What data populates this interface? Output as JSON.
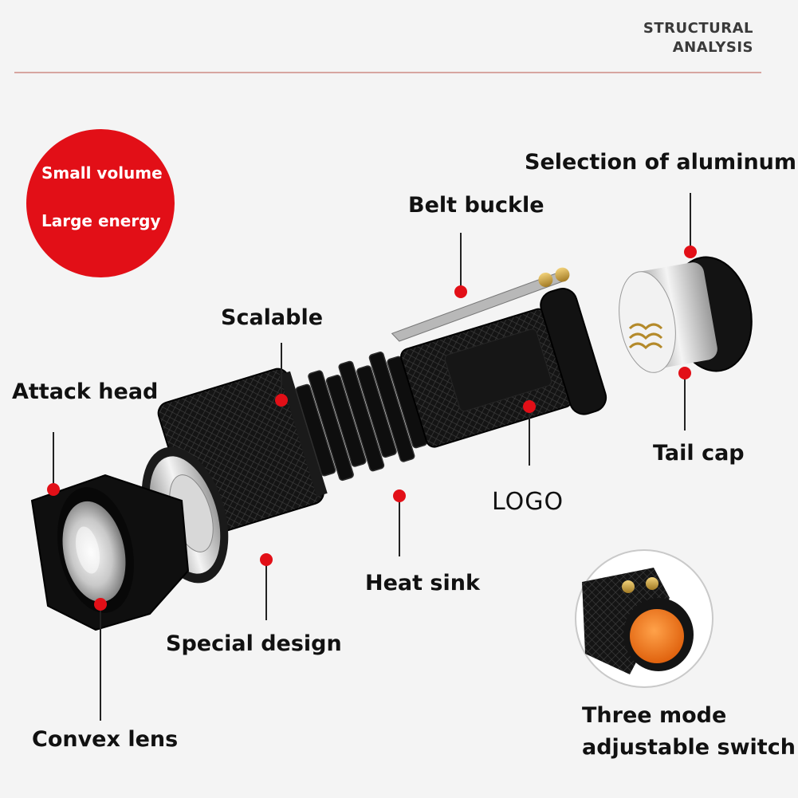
{
  "header": {
    "line1": "STRUCTURAL",
    "line2": "ANALYSIS"
  },
  "badge": {
    "line1": "Small volume",
    "line2": "Large energy",
    "color": "#e20f17"
  },
  "labels": {
    "selection_of_aluminum": "Selection of aluminum",
    "belt_buckle": "Belt buckle",
    "scalable": "Scalable",
    "attack_head": "Attack head",
    "tail_cap": "Tail cap",
    "logo": "LOGO",
    "heat_sink": "Heat sink",
    "special_design": "Special design",
    "convex_lens": "Convex lens",
    "three_mode_line1": "Three mode",
    "three_mode_line2": "adjustable switch"
  },
  "colors": {
    "marker": "#e20f17",
    "body": "#111111",
    "background": "#f4f4f4",
    "switch": "#f07a1c"
  },
  "icons": [
    "flashlight-illustration",
    "tail-cap-illustration",
    "switch-closeup-illustration"
  ]
}
